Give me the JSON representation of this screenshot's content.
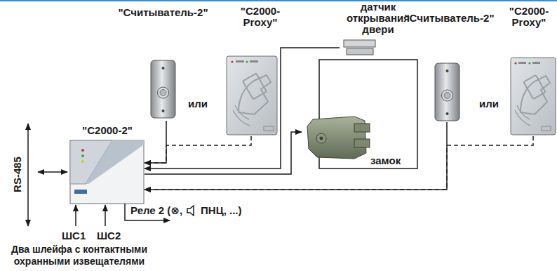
{
  "diagram": {
    "nodes": [
      {
        "text": [
          "\"Считыватель-2\""
        ]
      },
      {
        "text": [
          "\"С2000-Proxy\""
        ]
      },
      {
        "text": [
          "датчик открывания двери"
        ]
      },
      {
        "text": [
          "замок"
        ]
      },
      {
        "text": [
          "\"Считыватель-2\""
        ]
      },
      {
        "text": [
          "\"С2000-Proxy\""
        ]
      },
      {
        "text": [
          "\"С2000-2\""
        ]
      }
    ],
    "edges": [
      {
        "from": 1,
        "to": 6,
        "arrow": "to"
      },
      {
        "from": 0,
        "to": 6,
        "arrow": "to"
      },
      {
        "from": 2,
        "to": 6,
        "arrow": "to"
      },
      {
        "from": 6,
        "to": 3,
        "arrow": "to"
      },
      {
        "from": 5,
        "to": 6,
        "arrow": "to"
      },
      {
        "from": 4,
        "to": 6,
        "arrow": "to"
      }
    ],
    "labels": [
      "или",
      "или",
      "RS-485",
      "Реле 2 (⊗,",
      "ПНЦ, ...)",
      "ШС1",
      "ШС2",
      "Два шлейфа с контактными охранными извещателями"
    ]
  }
}
